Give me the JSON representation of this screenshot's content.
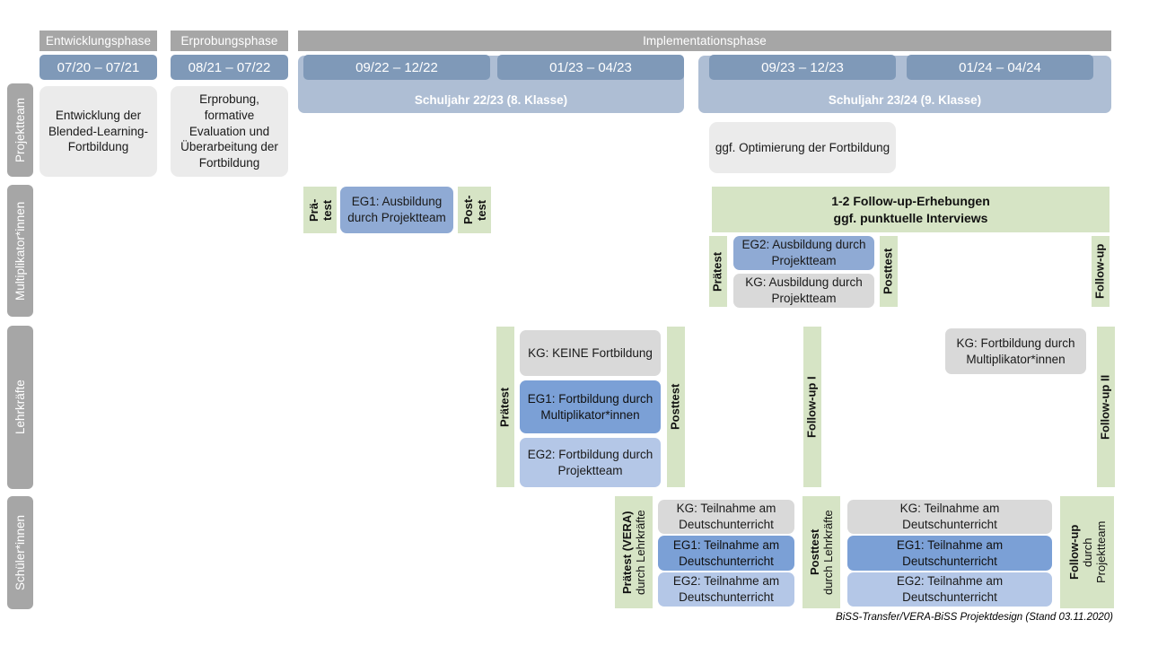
{
  "colors": {
    "phase_header": "#a6a6a6",
    "period": "#7f99b8",
    "schoolyear": "#aebed4",
    "row_label": "#a6a6a6",
    "grey_box": "#ebebeb",
    "grey_box_2": "#d9d9d9",
    "green": "#d6e4c5",
    "blue_dark": "#7ba0d6",
    "blue_mid": "#9cb7de",
    "blue_light": "#b4c7e7"
  },
  "phases": [
    {
      "label": "Entwicklungsphase"
    },
    {
      "label": "Erprobungsphase"
    },
    {
      "label": "Implementationsphase"
    }
  ],
  "periods": [
    {
      "label": "07/20 – 07/21"
    },
    {
      "label": "08/21 – 07/22"
    },
    {
      "label": "09/22 – 12/22"
    },
    {
      "label": "01/23 – 04/23"
    },
    {
      "label": "09/23 – 12/23"
    },
    {
      "label": "01/24 – 04/24"
    }
  ],
  "school_years": [
    {
      "label": "Schuljahr 22/23 (8. Klasse)"
    },
    {
      "label": "Schuljahr 23/24 (9. Klasse)"
    }
  ],
  "row_labels": [
    {
      "label": "Projektteam"
    },
    {
      "label": "Multiplikator*innen"
    },
    {
      "label": "Lehrkräfte"
    },
    {
      "label": "Schüler*innen"
    }
  ],
  "projektteam": {
    "dev_box": "Entwicklung der Blended-Learning-Fortbildung",
    "test_box": "Erprobung, formative Evaluation und Überarbeitung der Fortbildung",
    "optimize_box": "ggf. Optimierung der Fortbildung"
  },
  "multiplikator": {
    "praetest_line1": "Prä-",
    "praetest_line2": "test",
    "posttest_line1": "Post-",
    "posttest_line2": "test",
    "eg1_box": "EG1: Ausbildung durch Projektteam",
    "followup_bar_line1": "1-2 Follow-up-Erhebungen",
    "followup_bar_line2": "ggf. punktuelle Interviews",
    "praetest2": "Prätest",
    "posttest2": "Posttest",
    "followup": "Follow-up",
    "eg2_box": "EG2:  Ausbildung durch Projektteam",
    "kg_box": "KG: Ausbildung durch Projektteam"
  },
  "lehrkraefte": {
    "praetest": "Prätest",
    "posttest": "Posttest",
    "followup_1": "Follow-up I",
    "followup_2": "Follow-up II",
    "kg_box": "KG:  KEINE Fortbildung",
    "eg1_box": "EG1: Fortbildung durch Multiplikator*innen",
    "eg2_box": "EG2: Fortbildung durch Projektteam",
    "kg_box_2": "KG: Fortbildung durch Multiplikator*innen"
  },
  "schueler": {
    "praetest_bold": "Prätest (VERA)",
    "praetest_sub": "durch Lehrkräfte",
    "posttest_bold": "Posttest",
    "posttest_sub": "durch Lehrkräfte",
    "followup_bold": "Follow-up",
    "followup_sub1": "durch",
    "followup_sub2": "Projektteam",
    "left": {
      "kg": "KG: Teilnahme am Deutschunterricht",
      "eg1": "EG1: Teilnahme am Deutschunterricht",
      "eg2": "EG2: Teilnahme am Deutschunterricht"
    },
    "right": {
      "kg": "KG: Teilnahme am Deutschunterricht",
      "eg1": "EG1: Teilnahme am Deutschunterricht",
      "eg2": "EG2: Teilnahme am Deutschunterricht"
    }
  },
  "footer": "BiSS-Transfer/VERA-BiSS Projektdesign (Stand 03.11.2020)"
}
